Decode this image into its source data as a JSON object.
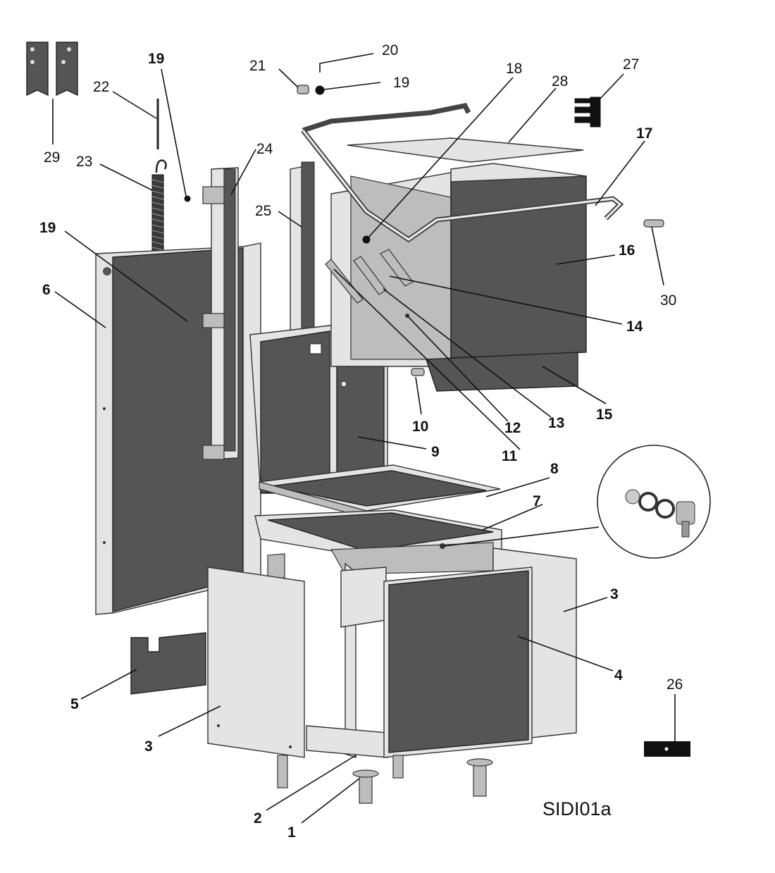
{
  "diagram": {
    "code": "SIDI01a",
    "callouts": [
      {
        "id": "c1",
        "text": "1",
        "bold": true
      },
      {
        "id": "c2",
        "text": "2",
        "bold": true
      },
      {
        "id": "c3a",
        "text": "3",
        "bold": true
      },
      {
        "id": "c3b",
        "text": "3",
        "bold": true
      },
      {
        "id": "c4",
        "text": "4",
        "bold": true
      },
      {
        "id": "c5",
        "text": "5",
        "bold": true
      },
      {
        "id": "c6",
        "text": "6",
        "bold": true
      },
      {
        "id": "c7",
        "text": "7",
        "bold": true
      },
      {
        "id": "c8",
        "text": "8",
        "bold": true
      },
      {
        "id": "c9",
        "text": "9",
        "bold": true
      },
      {
        "id": "c10",
        "text": "10",
        "bold": true
      },
      {
        "id": "c11",
        "text": "11",
        "bold": true
      },
      {
        "id": "c12",
        "text": "12",
        "bold": true
      },
      {
        "id": "c13",
        "text": "13",
        "bold": true
      },
      {
        "id": "c14",
        "text": "14",
        "bold": true
      },
      {
        "id": "c15",
        "text": "15",
        "bold": true
      },
      {
        "id": "c16",
        "text": "16",
        "bold": true
      },
      {
        "id": "c17",
        "text": "17",
        "bold": true
      },
      {
        "id": "c18",
        "text": "18",
        "bold": false
      },
      {
        "id": "c19a",
        "text": "19",
        "bold": true
      },
      {
        "id": "c19b",
        "text": "19",
        "bold": true
      },
      {
        "id": "c19c",
        "text": "19",
        "bold": false
      },
      {
        "id": "c20",
        "text": "20",
        "bold": false
      },
      {
        "id": "c21",
        "text": "21",
        "bold": false
      },
      {
        "id": "c22",
        "text": "22",
        "bold": false
      },
      {
        "id": "c23",
        "text": "23",
        "bold": false
      },
      {
        "id": "c24",
        "text": "24",
        "bold": false
      },
      {
        "id": "c25",
        "text": "25",
        "bold": false
      },
      {
        "id": "c26",
        "text": "26",
        "bold": false
      },
      {
        "id": "c27",
        "text": "27",
        "bold": false
      },
      {
        "id": "c28",
        "text": "28",
        "bold": false
      },
      {
        "id": "c29",
        "text": "29",
        "bold": false
      },
      {
        "id": "c30",
        "text": "30",
        "bold": false
      }
    ]
  }
}
